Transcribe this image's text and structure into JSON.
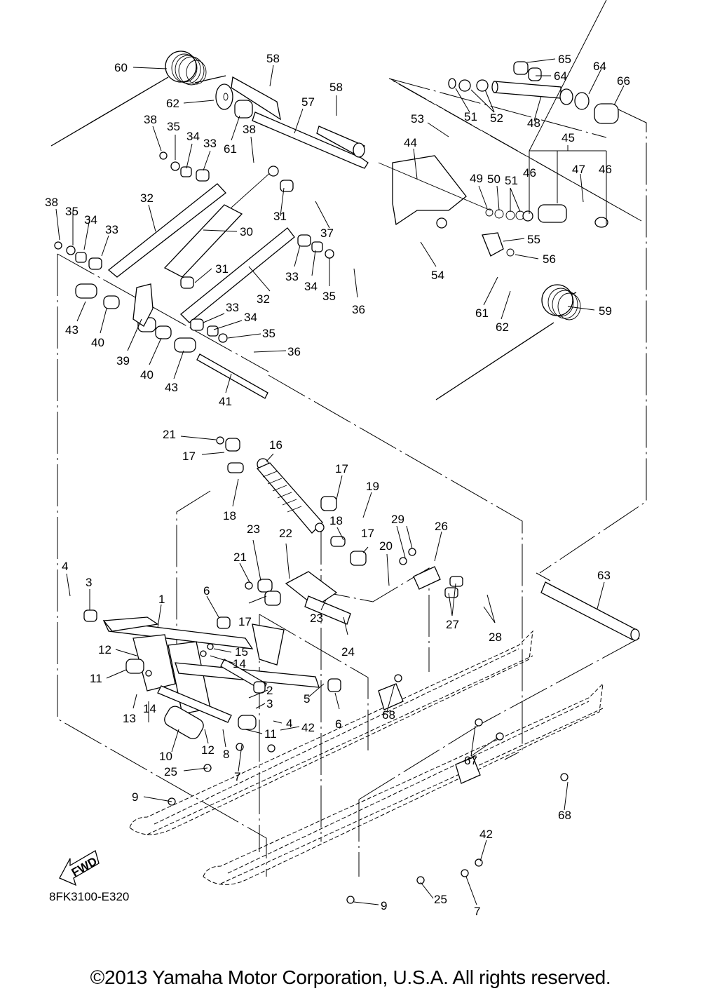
{
  "diagram": {
    "title": "Yamaha snowmobile rear suspension exploded parts diagram",
    "code": "8FK3100-E320",
    "fwd_label": "FWD",
    "copyright": "©2013 Yamaha Motor Corporation, U.S.A. All rights reserved.",
    "callouts": [
      {
        "id": "60",
        "text": "60"
      },
      {
        "id": "58a",
        "text": "58"
      },
      {
        "id": "58b",
        "text": "58"
      },
      {
        "id": "62a",
        "text": "62"
      },
      {
        "id": "57",
        "text": "57"
      },
      {
        "id": "61a",
        "text": "61"
      },
      {
        "id": "38a",
        "text": "38"
      },
      {
        "id": "35a",
        "text": "35"
      },
      {
        "id": "34a",
        "text": "34"
      },
      {
        "id": "33a",
        "text": "33"
      },
      {
        "id": "38b",
        "text": "38"
      },
      {
        "id": "32a",
        "text": "32"
      },
      {
        "id": "30",
        "text": "30"
      },
      {
        "id": "38c",
        "text": "38"
      },
      {
        "id": "35b",
        "text": "35"
      },
      {
        "id": "34b",
        "text": "34"
      },
      {
        "id": "33b",
        "text": "33"
      },
      {
        "id": "31a",
        "text": "31"
      },
      {
        "id": "37",
        "text": "37"
      },
      {
        "id": "31b",
        "text": "31"
      },
      {
        "id": "33c",
        "text": "33"
      },
      {
        "id": "34c",
        "text": "34"
      },
      {
        "id": "35c",
        "text": "35"
      },
      {
        "id": "36a",
        "text": "36"
      },
      {
        "id": "32b",
        "text": "32"
      },
      {
        "id": "33d",
        "text": "33"
      },
      {
        "id": "34d",
        "text": "34"
      },
      {
        "id": "35d",
        "text": "35"
      },
      {
        "id": "36b",
        "text": "36"
      },
      {
        "id": "43a",
        "text": "43"
      },
      {
        "id": "40a",
        "text": "40"
      },
      {
        "id": "39",
        "text": "39"
      },
      {
        "id": "40b",
        "text": "40"
      },
      {
        "id": "43b",
        "text": "43"
      },
      {
        "id": "41",
        "text": "41"
      },
      {
        "id": "65",
        "text": "65"
      },
      {
        "id": "64a",
        "text": "64"
      },
      {
        "id": "64b",
        "text": "64"
      },
      {
        "id": "66",
        "text": "66"
      },
      {
        "id": "51a",
        "text": "51"
      },
      {
        "id": "52",
        "text": "52"
      },
      {
        "id": "48",
        "text": "48"
      },
      {
        "id": "53",
        "text": "53"
      },
      {
        "id": "44",
        "text": "44"
      },
      {
        "id": "45",
        "text": "45"
      },
      {
        "id": "49",
        "text": "49"
      },
      {
        "id": "50",
        "text": "50"
      },
      {
        "id": "51b",
        "text": "51"
      },
      {
        "id": "46a",
        "text": "46"
      },
      {
        "id": "47",
        "text": "47"
      },
      {
        "id": "46b",
        "text": "46"
      },
      {
        "id": "55",
        "text": "55"
      },
      {
        "id": "56",
        "text": "56"
      },
      {
        "id": "54",
        "text": "54"
      },
      {
        "id": "61b",
        "text": "61"
      },
      {
        "id": "62b",
        "text": "62"
      },
      {
        "id": "59",
        "text": "59"
      },
      {
        "id": "21a",
        "text": "21"
      },
      {
        "id": "16",
        "text": "16"
      },
      {
        "id": "17a",
        "text": "17"
      },
      {
        "id": "18a",
        "text": "18"
      },
      {
        "id": "17b",
        "text": "17"
      },
      {
        "id": "19",
        "text": "19"
      },
      {
        "id": "23a",
        "text": "23"
      },
      {
        "id": "22",
        "text": "22"
      },
      {
        "id": "18b",
        "text": "18"
      },
      {
        "id": "17c",
        "text": "17"
      },
      {
        "id": "29",
        "text": "29"
      },
      {
        "id": "26",
        "text": "26"
      },
      {
        "id": "21b",
        "text": "21"
      },
      {
        "id": "20",
        "text": "20"
      },
      {
        "id": "17d",
        "text": "17"
      },
      {
        "id": "23b",
        "text": "23"
      },
      {
        "id": "24",
        "text": "24"
      },
      {
        "id": "27",
        "text": "27"
      },
      {
        "id": "28",
        "text": "28"
      },
      {
        "id": "63",
        "text": "63"
      },
      {
        "id": "4a",
        "text": "4"
      },
      {
        "id": "3a",
        "text": "3"
      },
      {
        "id": "1",
        "text": "1"
      },
      {
        "id": "6a",
        "text": "6"
      },
      {
        "id": "12a",
        "text": "12"
      },
      {
        "id": "15",
        "text": "15"
      },
      {
        "id": "14a",
        "text": "14"
      },
      {
        "id": "11a",
        "text": "11"
      },
      {
        "id": "2",
        "text": "2"
      },
      {
        "id": "5",
        "text": "5"
      },
      {
        "id": "6b",
        "text": "6"
      },
      {
        "id": "3b",
        "text": "3"
      },
      {
        "id": "4b",
        "text": "4"
      },
      {
        "id": "13",
        "text": "13"
      },
      {
        "id": "14b",
        "text": "14"
      },
      {
        "id": "10",
        "text": "10"
      },
      {
        "id": "12b",
        "text": "12"
      },
      {
        "id": "8",
        "text": "8"
      },
      {
        "id": "11b",
        "text": "11"
      },
      {
        "id": "68a",
        "text": "68"
      },
      {
        "id": "67",
        "text": "67"
      },
      {
        "id": "68b",
        "text": "68"
      },
      {
        "id": "42a",
        "text": "42"
      },
      {
        "id": "7a",
        "text": "7"
      },
      {
        "id": "25a",
        "text": "25"
      },
      {
        "id": "9a",
        "text": "9"
      },
      {
        "id": "42b",
        "text": "42"
      },
      {
        "id": "7b",
        "text": "7"
      },
      {
        "id": "25b",
        "text": "25"
      },
      {
        "id": "9b",
        "text": "9"
      }
    ]
  }
}
